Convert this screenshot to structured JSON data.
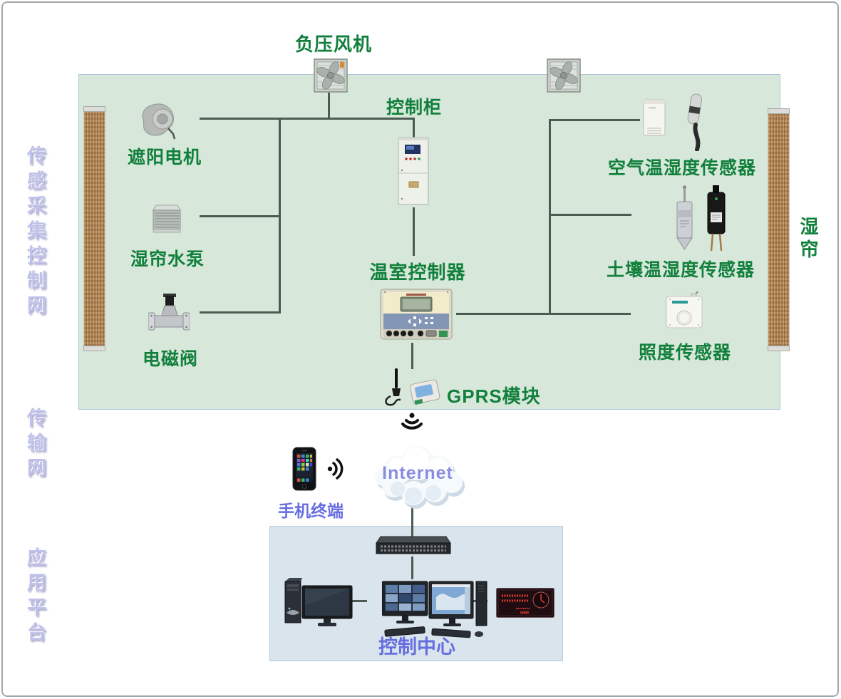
{
  "layer_labels": {
    "sensing": "传感采集控制网",
    "transmission": "传输网",
    "application": "应用平台"
  },
  "greenhouse": {
    "fan_top_label": "负压风机",
    "cabinet_label": "控制柜",
    "shade_motor_label": "遮阳电机",
    "pump_label": "湿帘水泵",
    "valve_label": "电磁阀",
    "controller_label": "温室控制器",
    "gprs_label": "GPRS模块",
    "air_sensor_label": "空气温湿度传感器",
    "soil_sensor_label": "土壤温湿度传感器",
    "light_sensor_label": "照度传感器",
    "wet_curtain_label": "湿帘"
  },
  "network": {
    "phone_label": "手机终端",
    "cloud_label": "Internet"
  },
  "control_center": {
    "label": "控制中心"
  },
  "icons": [
    "exhaust-fan-icon",
    "shade-motor-icon",
    "pump-icon",
    "solenoid-valve-icon",
    "control-cabinet-icon",
    "greenhouse-controller-icon",
    "gprs-module-icon",
    "air-sensor-box-icon",
    "air-sensor-probe-icon",
    "soil-sensor-steel-icon",
    "soil-sensor-black-icon",
    "light-sensor-icon",
    "wireless-signal-icon",
    "mobile-phone-icon",
    "phone-signal-icon",
    "internet-cloud-icon",
    "network-switch-icon",
    "desktop-pc-icon",
    "workstation-icon",
    "led-display-icon"
  ],
  "colors": {
    "green_text": "#12803c",
    "purple_text": "#666ee0",
    "layer_text": "#bfc1e8",
    "line": "#4b5b51",
    "greenhouse_bg": "#d7e8db",
    "greenhouse_border": "#a9c3da",
    "center_bg": "#d9e4ed",
    "center_border": "#b3cbdd",
    "curtain_brown": "#b9895c"
  }
}
